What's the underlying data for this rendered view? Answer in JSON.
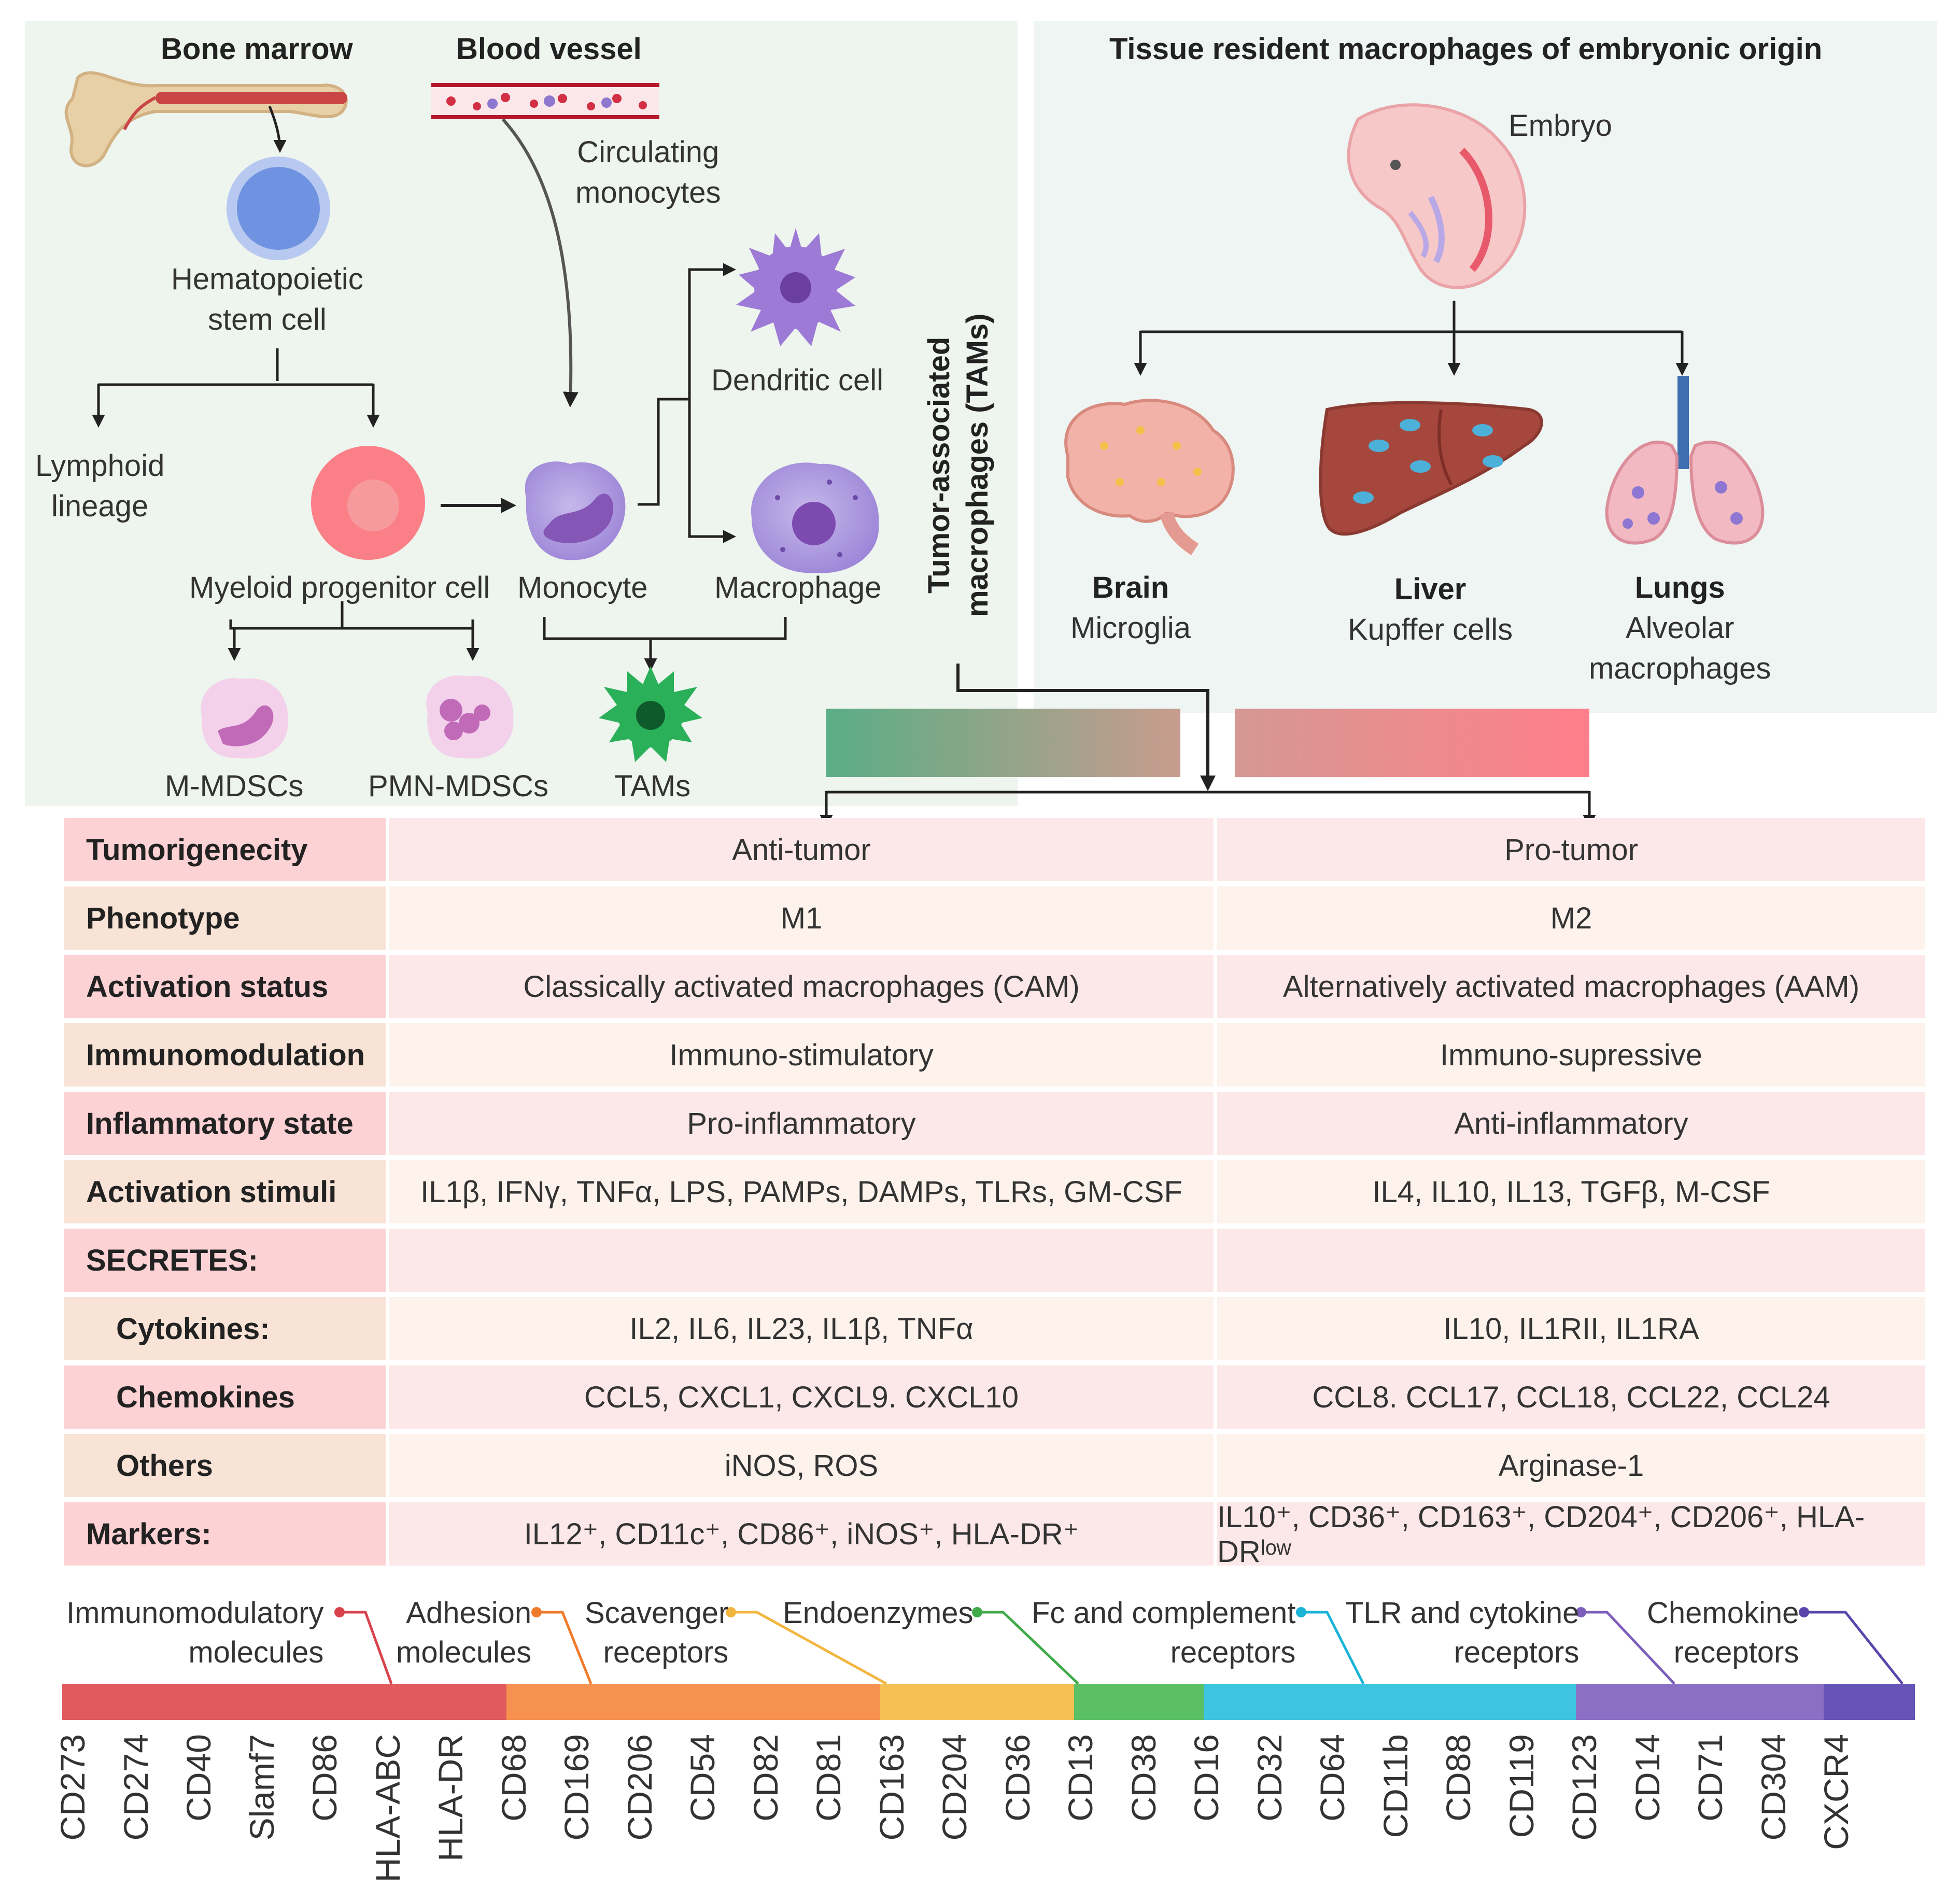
{
  "colors": {
    "panel_left": "#eef4ee",
    "panel_right": "#eef5f2",
    "anti_tumor_gradient": [
      "#5aad85",
      "#c89c8e"
    ],
    "pro_tumor_gradient": [
      "#d59893",
      "#ff7f8b"
    ],
    "row_pink": "#fcd2d5",
    "row_tan": "#f8e3d6"
  },
  "origins": {
    "bone_marrow": "Bone marrow",
    "blood_vessel": "Blood vessel",
    "tissue_resident": "Tissue resident macrophages of embryonic origin",
    "circulating_monocytes": [
      "Circulating",
      "monocytes"
    ],
    "hsc": [
      "Hematopoietic",
      "stem cell"
    ],
    "lymphoid": [
      "Lymphoid",
      "lineage"
    ],
    "myeloid": "Myeloid progenitor cell",
    "monocyte": "Monocyte",
    "macrophage": "Macrophage",
    "dendritic": "Dendritic cell",
    "m_mdscs": "M-MDSCs",
    "pmn_mdscs": "PMN-MDSCs",
    "tams": "TAMs",
    "tams_vertical": [
      "Tumor-associated",
      "macrophages (TAMs)"
    ],
    "embryo": "Embryo",
    "brain_title": "Brain",
    "brain_cells": "Microglia",
    "liver_title": "Liver",
    "liver_cells": "Kupffer cells",
    "lungs_title": "Lungs",
    "lungs_cells": [
      "Alveolar",
      "macrophages"
    ]
  },
  "table": {
    "rows": [
      {
        "label": "Tumorigenecity",
        "m1": "Anti-tumor",
        "m2": "Pro-tumor"
      },
      {
        "label": "Phenotype",
        "m1": "M1",
        "m2": "M2"
      },
      {
        "label": "Activation status",
        "m1": "Classically activated macrophages (CAM)",
        "m2": "Alternatively activated macrophages (AAM)"
      },
      {
        "label": "Immunomodulation",
        "m1": "Immuno-stimulatory",
        "m2": "Immuno-supressive"
      },
      {
        "label": "Inflammatory state",
        "m1": "Pro-inflammatory",
        "m2": "Anti-inflammatory"
      },
      {
        "label": "Activation stimuli",
        "m1": "IL1β, IFNγ, TNFα, LPS, PAMPs, DAMPs,  TLRs, GM-CSF",
        "m2": "IL4, IL10, IL13, TGFβ, M-CSF"
      },
      {
        "label": "SECRETES:",
        "m1": "",
        "m2": ""
      },
      {
        "label": "Cytokines:",
        "m1": "IL2, IL6, IL23, IL1β, TNFα",
        "m2": "IL10, IL1RII, IL1RA"
      },
      {
        "label": "Chemokines",
        "m1": "CCL5, CXCL1, CXCL9. CXCL10",
        "m2": "CCL8. CCL17, CCL18, CCL22, CCL24"
      },
      {
        "label": "Others",
        "m1": "iNOS, ROS",
        "m2": "Arginase-1"
      },
      {
        "label": "Markers:",
        "m1": "IL12⁺, CD11c⁺, CD86⁺, iNOS⁺, HLA-DR⁺",
        "m2": "IL10⁺, CD36⁺, CD163⁺, CD204⁺, CD206⁺, HLA-DRˡᵒʷ"
      }
    ]
  },
  "marker_categories": [
    {
      "lines": [
        "Immunomodulatory",
        "molecules"
      ],
      "color": "#e05a5e"
    },
    {
      "lines": [
        "Adhesion",
        "molecules"
      ],
      "color": "#f6914f"
    },
    {
      "lines": [
        "Scavenger",
        "receptors"
      ],
      "color": "#f5c155"
    },
    {
      "lines": [
        "Endoenzymes"
      ],
      "color": "#5bbf63"
    },
    {
      "lines": [
        "Fc and complement",
        "receptors"
      ],
      "color": "#3cc4e0"
    },
    {
      "lines": [
        "TLR and cytokine",
        "receptors"
      ],
      "color": "#8b6fc4"
    },
    {
      "lines": [
        "Chemokine",
        "receptors"
      ],
      "color": "#6654b8"
    }
  ],
  "markers": [
    "CD273",
    "CD274",
    "CD40",
    "Slamf7",
    "CD86",
    "HLA-ABC",
    "HLA-DR",
    "CD68",
    "CD169",
    "CD206",
    "CD54",
    "CD82",
    "CD81",
    "CD163",
    "CD204",
    "CD36",
    "CD13",
    "CD38",
    "CD16",
    "CD32",
    "CD64",
    "CD11b",
    "CD88",
    "CD119",
    "CD123",
    "CD14",
    "CD71",
    "CD304",
    "CXCR4"
  ]
}
